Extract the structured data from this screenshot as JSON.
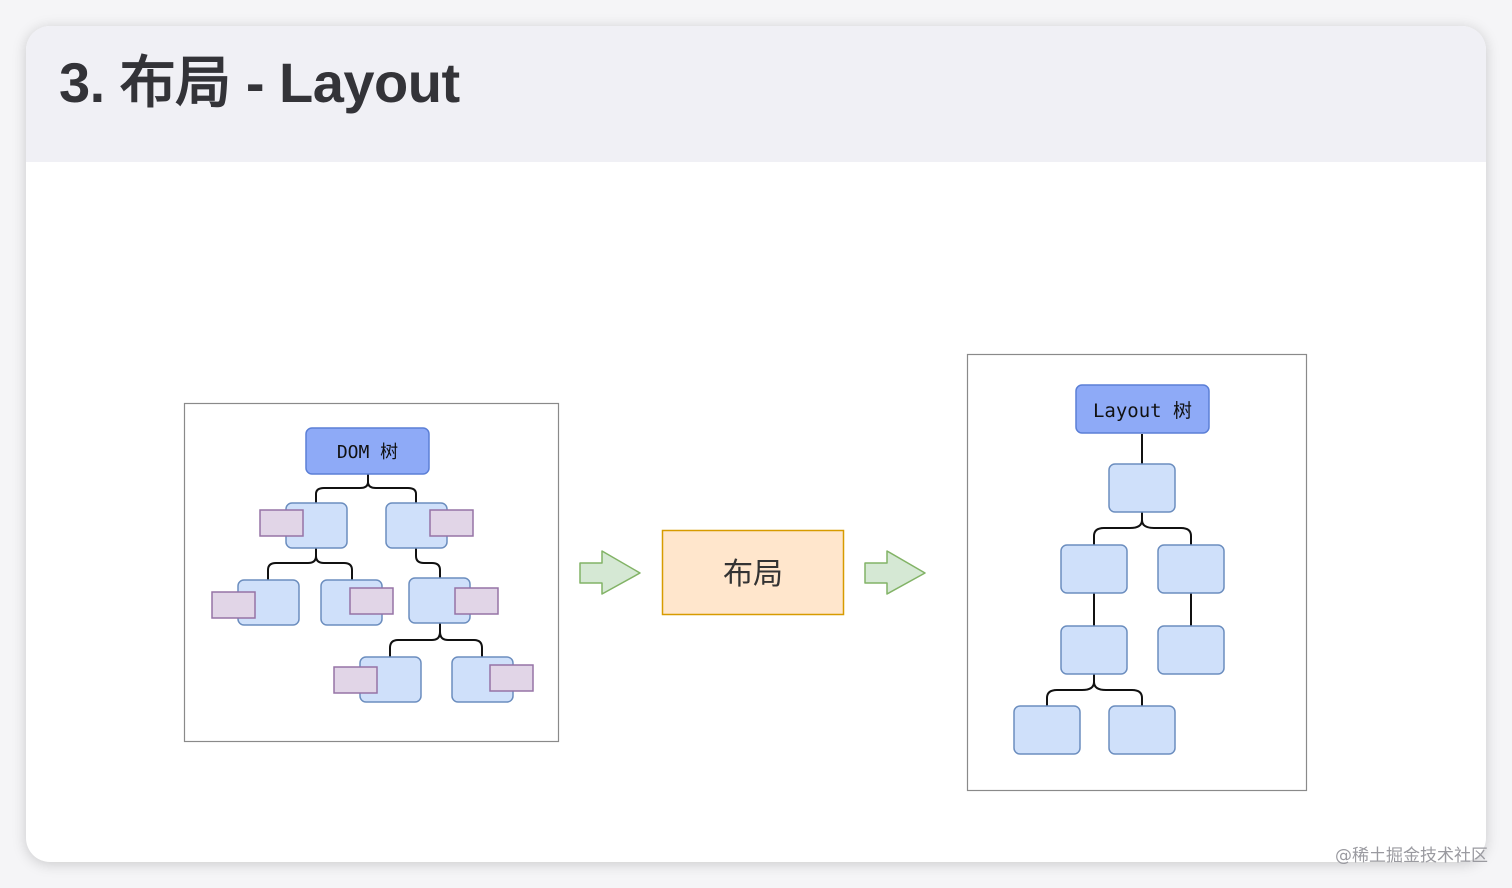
{
  "slide": {
    "title": "3. 布局 - Layout"
  },
  "diagram": {
    "dom_tree_root_label": "DOM 树",
    "process_label": "布局",
    "layout_tree_root_label": "Layout 树"
  },
  "watermark": "@稀土掘金技术社区",
  "colors": {
    "root_fill": "#8eaaf7",
    "root_stroke": "#5b7fd6",
    "node_fill": "#cfe0fa",
    "node_stroke": "#6c8ebf",
    "tag_fill": "#e1d5e7",
    "tag_stroke": "#9673a6",
    "process_fill": "#ffe6cc",
    "process_stroke": "#d79b00",
    "arrow_fill": "#d5e8d4",
    "arrow_stroke": "#82b366"
  }
}
